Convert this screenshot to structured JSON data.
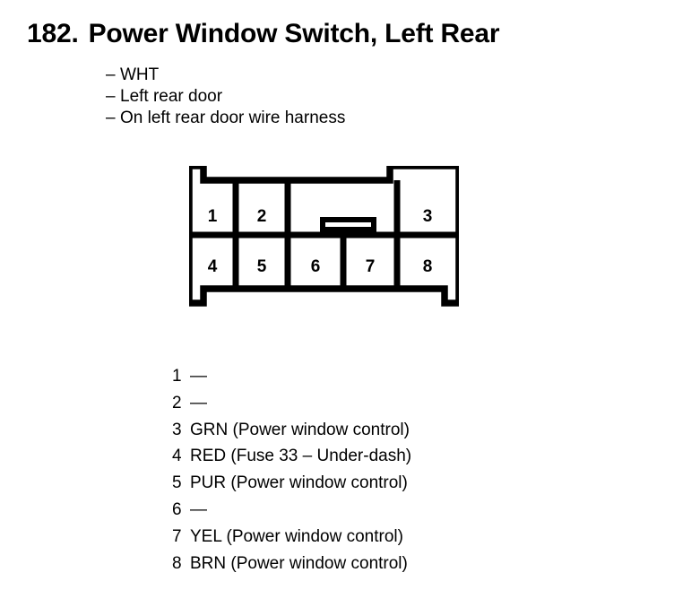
{
  "header": {
    "number": "182.",
    "title": "Power Window Switch, Left Rear"
  },
  "description": {
    "dash": "–",
    "items": [
      {
        "text": "WHT"
      },
      {
        "text": "Left rear door"
      },
      {
        "text": "On left rear door wire harness"
      }
    ]
  },
  "connector": {
    "name": "8-pin connector view",
    "top_row_pins": [
      "1",
      "2",
      "3"
    ],
    "bottom_row_pins": [
      "4",
      "5",
      "6",
      "7",
      "8"
    ],
    "latch": "center-latch-tab",
    "stroke_color": "#000000",
    "fill_color": "#ffffff"
  },
  "pin_legend": {
    "rows": [
      {
        "pin": "1",
        "desc": "—"
      },
      {
        "pin": "2",
        "desc": "—"
      },
      {
        "pin": "3",
        "desc": "GRN (Power window control)"
      },
      {
        "pin": "4",
        "desc": "RED (Fuse 33 – Under-dash)"
      },
      {
        "pin": "5",
        "desc": "PUR (Power window control)"
      },
      {
        "pin": "6",
        "desc": "—"
      },
      {
        "pin": "7",
        "desc": "YEL (Power window control)"
      },
      {
        "pin": "8",
        "desc": "BRN (Power window control)"
      }
    ]
  }
}
